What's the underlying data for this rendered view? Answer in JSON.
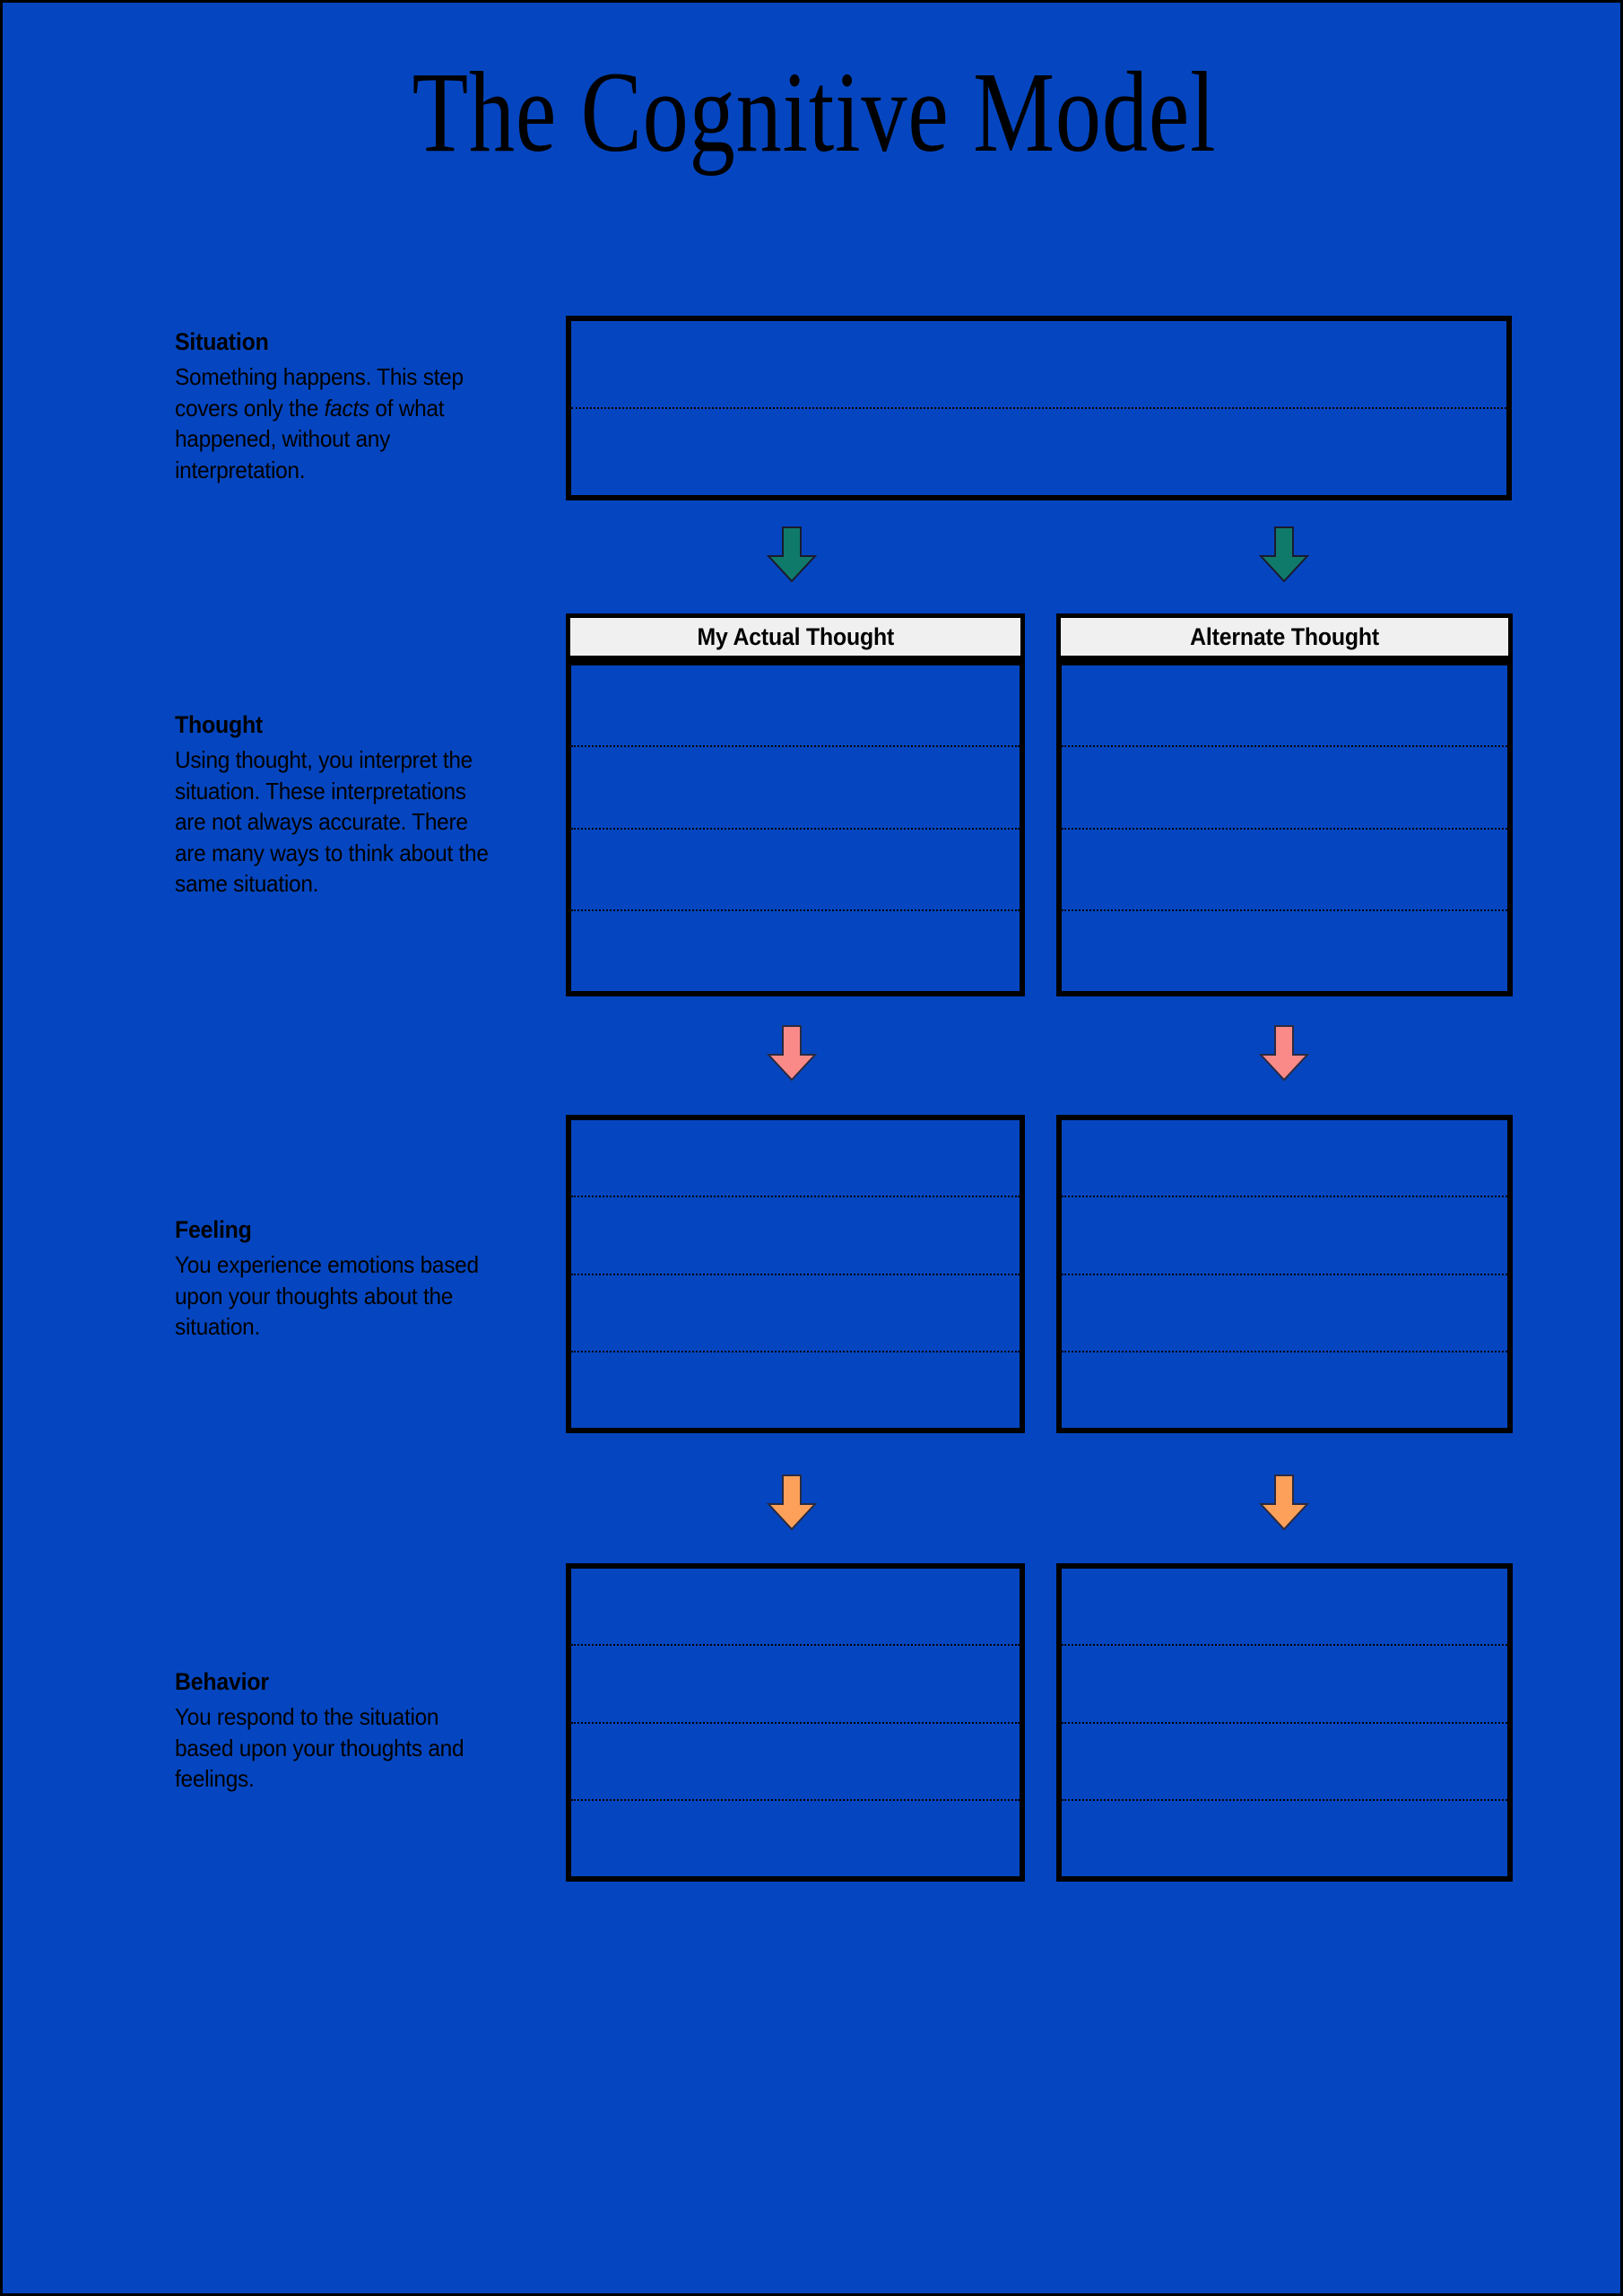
{
  "page": {
    "title": "The Cognitive Model",
    "background_color": "#0546c0",
    "border_color": "#000000",
    "text_color": "#000000"
  },
  "steps": [
    {
      "id": "situation",
      "heading": "Situation",
      "body_before_italic": "Something happens. This step covers only the ",
      "body_italic": "facts",
      "body_after_italic": " of what happened, without any interpretation."
    },
    {
      "id": "thought",
      "heading": "Thought",
      "body": "Using thought, you interpret the situation. These interpretations are not always accurate. There are many ways to think about the same situation."
    },
    {
      "id": "feeling",
      "heading": "Feeling",
      "body": "You experience emotions based upon your thoughts about the situation."
    },
    {
      "id": "behavior",
      "heading": "Behavior",
      "body": "You respond to the situation based upon your thoughts and feelings."
    }
  ],
  "columns": {
    "actual_thought_label": "My Actual Thought",
    "alternate_thought_label": "Alternate Thought",
    "header_fill": "#f0f0f0"
  },
  "writing_areas": {
    "situation": {
      "rows": 2
    },
    "actual_thought": {
      "rows": 4
    },
    "alternate_thought": {
      "rows": 4
    },
    "actual_feeling": {
      "rows": 4
    },
    "alternate_feeling": {
      "rows": 4
    },
    "actual_behavior": {
      "rows": 4
    },
    "alternate_behavior": {
      "rows": 4
    }
  },
  "arrows": [
    {
      "name": "situation-to-actual-thought",
      "color": "#107a6a",
      "direction": "down"
    },
    {
      "name": "situation-to-alternate-thought",
      "color": "#107a6a",
      "direction": "down"
    },
    {
      "name": "actual-thought-to-feeling",
      "color": "#fa8a87",
      "direction": "down"
    },
    {
      "name": "alternate-thought-to-feeling",
      "color": "#fa8a87",
      "direction": "down"
    },
    {
      "name": "actual-feeling-to-behavior",
      "color": "#fca05a",
      "direction": "down"
    },
    {
      "name": "alternate-feeling-to-behavior",
      "color": "#fca05a",
      "direction": "down"
    }
  ]
}
